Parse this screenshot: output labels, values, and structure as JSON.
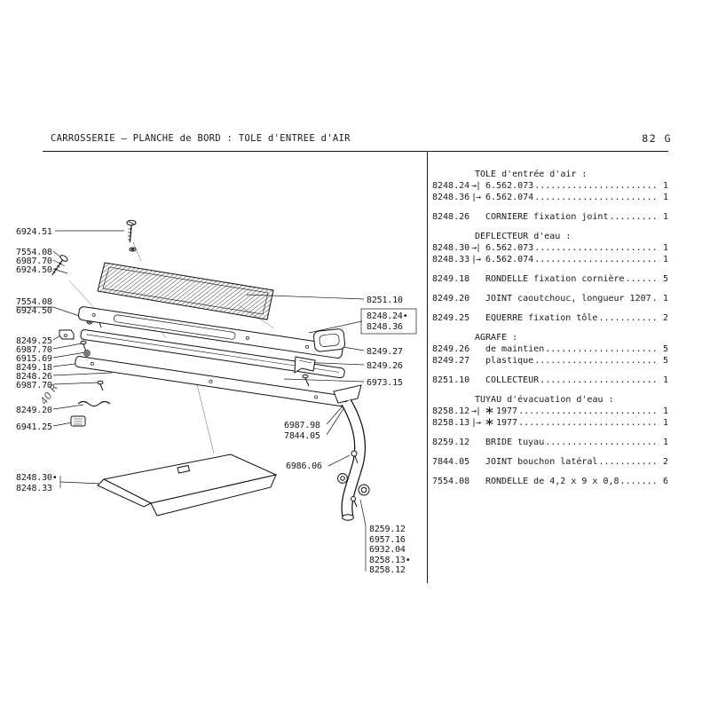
{
  "header": {
    "title": "CARROSSERIE – PLANCHE de BORD : TOLE d'ENTREE d'AIR",
    "page_ref": "82 G"
  },
  "diagram": {
    "labels": [
      "6924.51",
      "7554.08",
      "6987.70",
      "6924.50",
      "7554.08",
      "6924.50",
      "8249.25",
      "6987.70",
      "6915.69",
      "8249.18",
      "8248.26",
      "6987.70",
      "8249.20",
      "6941.25",
      "8248.30•",
      "8248.33",
      "8251.10",
      "8248.24•",
      "8248.36",
      "8249.27",
      "8249.26",
      "6973.15",
      "6987.98",
      "7844.05",
      "6986.06",
      "8259.12",
      "6957.16",
      "6932.04",
      "8258.13•",
      "8258.12"
    ],
    "annotation": "40 R"
  },
  "parts": {
    "sections": [
      {
        "header": "TOLE d'entrée d'air :",
        "items": [
          {
            "ref": "8248.24",
            "sym": "→|",
            "desc": "6.562.073",
            "qty": "1"
          },
          {
            "ref": "8248.36",
            "sym": "|→",
            "desc": "6.562.074",
            "qty": "1"
          }
        ]
      },
      {
        "items": [
          {
            "ref": "8248.26",
            "sym": "",
            "desc": "CORNIERE fixation joint",
            "qty": "1"
          }
        ]
      },
      {
        "header": "DEFLECTEUR d'eau :",
        "items": [
          {
            "ref": "8248.30",
            "sym": "→|",
            "desc": "6.562.073",
            "qty": "1"
          },
          {
            "ref": "8248.33",
            "sym": "|→",
            "desc": "6.562.074",
            "qty": "1"
          }
        ]
      },
      {
        "items": [
          {
            "ref": "8249.18",
            "sym": "",
            "desc": "RONDELLE fixation cornière",
            "qty": "5"
          }
        ]
      },
      {
        "items": [
          {
            "ref": "8249.20",
            "sym": "",
            "desc": "JOINT caoutchouc, longueur 1207",
            "qty": "1"
          }
        ]
      },
      {
        "items": [
          {
            "ref": "8249.25",
            "sym": "",
            "desc": "EQUERRE fixation tôle",
            "qty": "2"
          }
        ]
      },
      {
        "header": "AGRAFE :",
        "items": [
          {
            "ref": "8249.26",
            "sym": "",
            "desc": "de maintien",
            "qty": "5"
          },
          {
            "ref": "8249.27",
            "sym": "",
            "desc": "plastique",
            "qty": "5"
          }
        ]
      },
      {
        "items": [
          {
            "ref": "8251.10",
            "sym": "",
            "desc": "COLLECTEUR",
            "qty": "1"
          }
        ]
      },
      {
        "header": "TUYAU d'évacuation d'eau :",
        "items": [
          {
            "ref": "8258.12",
            "sym": "→|",
            "star": true,
            "desc": "1977",
            "qty": "1"
          },
          {
            "ref": "8258.13",
            "sym": "|→",
            "star": true,
            "desc": "1977",
            "qty": "1"
          }
        ]
      },
      {
        "items": [
          {
            "ref": "8259.12",
            "sym": "",
            "desc": "BRIDE tuyau",
            "qty": "1"
          }
        ]
      },
      {
        "items": [
          {
            "ref": "7844.05",
            "sym": "",
            "desc": "JOINT bouchon latéral",
            "qty": "2"
          }
        ]
      },
      {
        "items": [
          {
            "ref": "7554.08",
            "sym": "",
            "desc": "RONDELLE de 4,2 x 9 x 0,8",
            "qty": "6"
          }
        ]
      }
    ]
  }
}
